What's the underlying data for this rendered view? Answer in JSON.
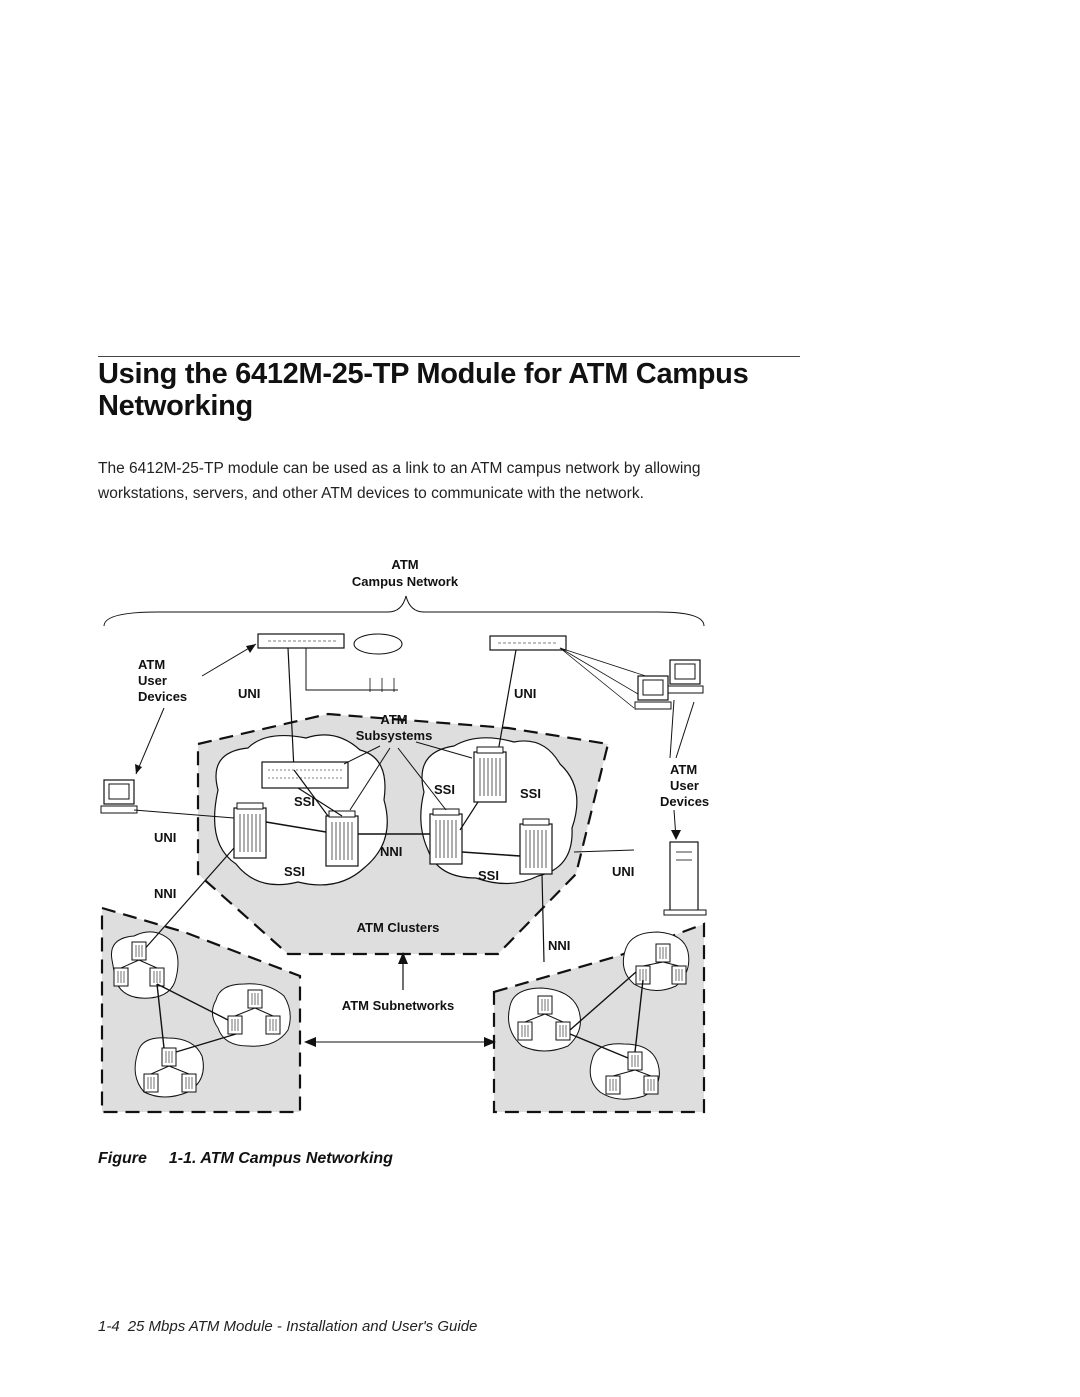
{
  "section": {
    "title": "Using the 6412M-25-TP Module for ATM Campus Networking",
    "paragraph": "The 6412M-25-TP module can be used as a link to an ATM campus network by allowing workstations, servers, and other ATM devices to communicate with the network."
  },
  "diagram": {
    "labels": {
      "campus_line1": "ATM",
      "campus_line2": "Campus Network",
      "user_devices_left_1": "ATM",
      "user_devices_left_2": "User",
      "user_devices_left_3": "Devices",
      "user_devices_right_1": "ATM",
      "user_devices_right_2": "User",
      "user_devices_right_3": "Devices",
      "uni_left_top": "UNI",
      "uni_right_top": "UNI",
      "uni_left_mid": "UNI",
      "uni_right_mid": "UNI",
      "subsystems_1": "ATM",
      "subsystems_2": "Subsystems",
      "ssi_a": "SSI",
      "ssi_b": "SSI",
      "ssi_c": "SSI",
      "ssi_d": "SSI",
      "ssi_e": "SSI",
      "nni_center": "NNI",
      "nni_left": "NNI",
      "nni_right": "NNI",
      "clusters": "ATM Clusters",
      "subnetworks": "ATM Subnetworks"
    }
  },
  "figure": {
    "label": "Figure",
    "number": "1-1.",
    "title": "ATM Campus Networking"
  },
  "footer": {
    "page": "1-4",
    "text": "25 Mbps ATM Module - Installation and User's Guide"
  }
}
